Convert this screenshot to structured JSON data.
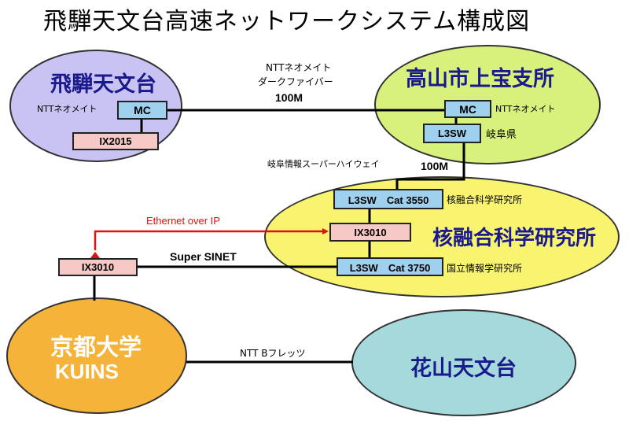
{
  "title": "飛騨天文台高速ネットワークシステム構成図",
  "sites": {
    "hida": "飛騨天文台",
    "takayama": "高山市上宝支所",
    "nifs": "核融合科学研究所",
    "kyoto_line1": "京都大学",
    "kyoto_line2": "KUINS",
    "kwasan": "花山天文台"
  },
  "devices": {
    "hida_mc": "MC",
    "hida_ix": "IX2015",
    "taka_mc": "MC",
    "taka_l3sw": "L3SW",
    "nifs_l3sw_top": "L3SW　Cat 3550",
    "nifs_ix": "IX3010",
    "nifs_l3sw_bottom": "L3SW　Cat 3750",
    "kyoto_ix": "IX3010"
  },
  "labels": {
    "hida_ntt": "NTTネオメイト",
    "taka_ntt": "NTTネオメイト",
    "gifu_pref": "岐阜県",
    "dark_fiber_line1": "NTTネオメイト",
    "dark_fiber_line2": "ダークファイバー",
    "speed_100m_top": "100M",
    "gifu_highway": "岐阜情報スーパーハイウェイ",
    "speed_100m_mid": "100M",
    "ethernet_over_ip": "Ethernet over IP",
    "super_sinet": "Super SINET",
    "nifs_small_top": "核融合科学研究所",
    "nii": "国立情報学研究所",
    "ntt_bflets": "NTT Bフレッツ"
  },
  "colors": {
    "hida_fill": "#c9c3f3",
    "takayama_fill": "#d8f07c",
    "nifs_fill": "#f8f470",
    "kyoto_fill": "#f6b33a",
    "kwasan_fill": "#a6d9dc",
    "device_blue": "#9fd0ee",
    "device_pink": "#f6c8c6",
    "link_black": "#000000",
    "link_red": "#e01010",
    "site_text": "#1a1a8c"
  }
}
